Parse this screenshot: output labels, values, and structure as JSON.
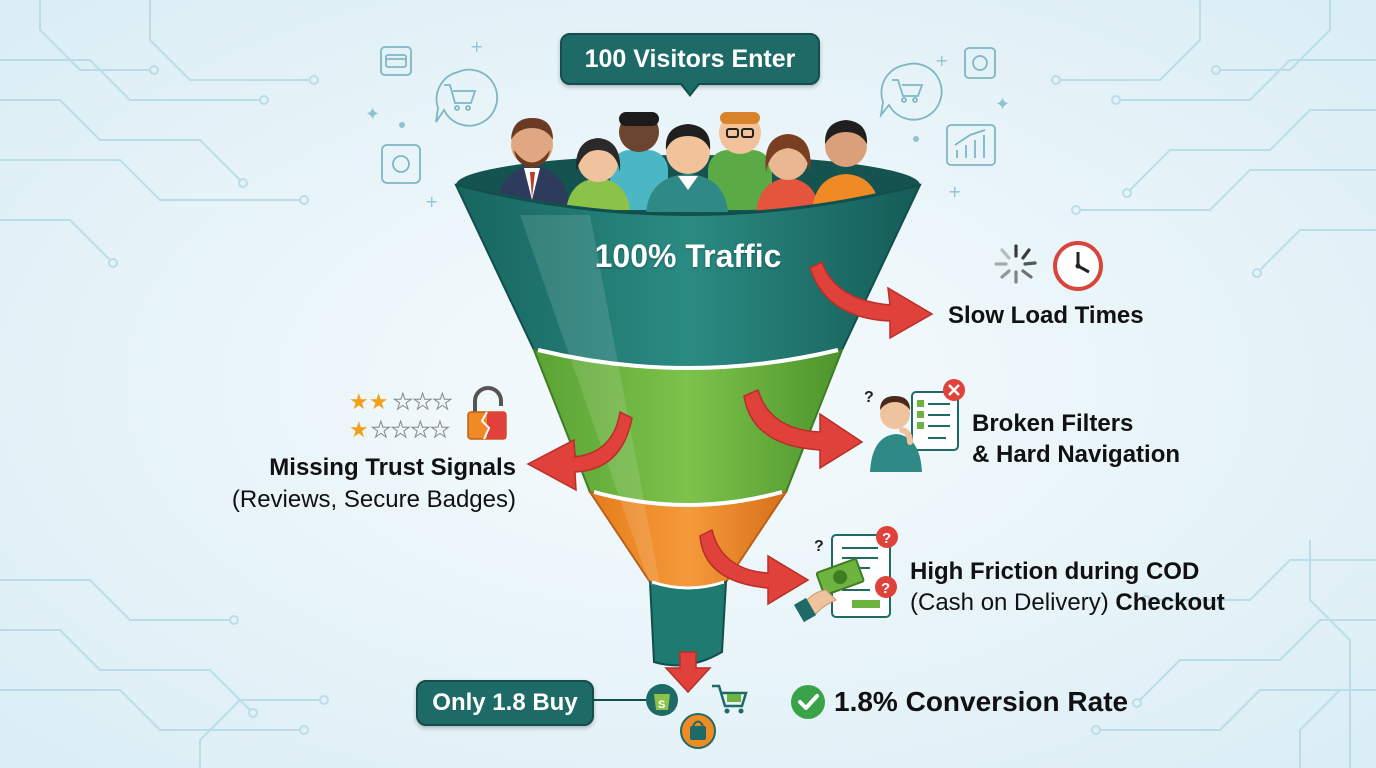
{
  "top_badge": "100 Visitors Enter",
  "funnel": {
    "top_label": "100% Traffic"
  },
  "leaks": {
    "slow_load": {
      "label": "Slow Load Times"
    },
    "broken_filters": {
      "line1": "Broken Filters",
      "line2": "& Hard Navigation"
    },
    "missing_trust": {
      "line1": "Missing Trust Signals",
      "line2": "(Reviews, Secure Badges)"
    },
    "cod_friction": {
      "line1": "High Friction during COD",
      "line2_regular": "(Cash on Delivery) ",
      "line2_bold": "Checkout"
    }
  },
  "bottom": {
    "buyers_badge": "Only 1.8 Buy",
    "conversion_label": "1.8% Conversion Rate"
  },
  "icons": {
    "check": "check-circle-icon",
    "clock": "clock-icon",
    "spinner": "loading-spinner-icon",
    "lock": "broken-lock-icon",
    "stars": "star-rating-icon",
    "cart": "shopping-cart-icon",
    "bag": "shopping-bag-icon",
    "cash": "cash-in-hand-icon",
    "question": "question-mark-icon"
  },
  "colors": {
    "funnel_teal": "#1f7a72",
    "funnel_green": "#6cb33f",
    "funnel_orange": "#f08a24",
    "arrow_red": "#e0413a",
    "badge": "#1e6a66",
    "check_green": "#3aa34a"
  }
}
